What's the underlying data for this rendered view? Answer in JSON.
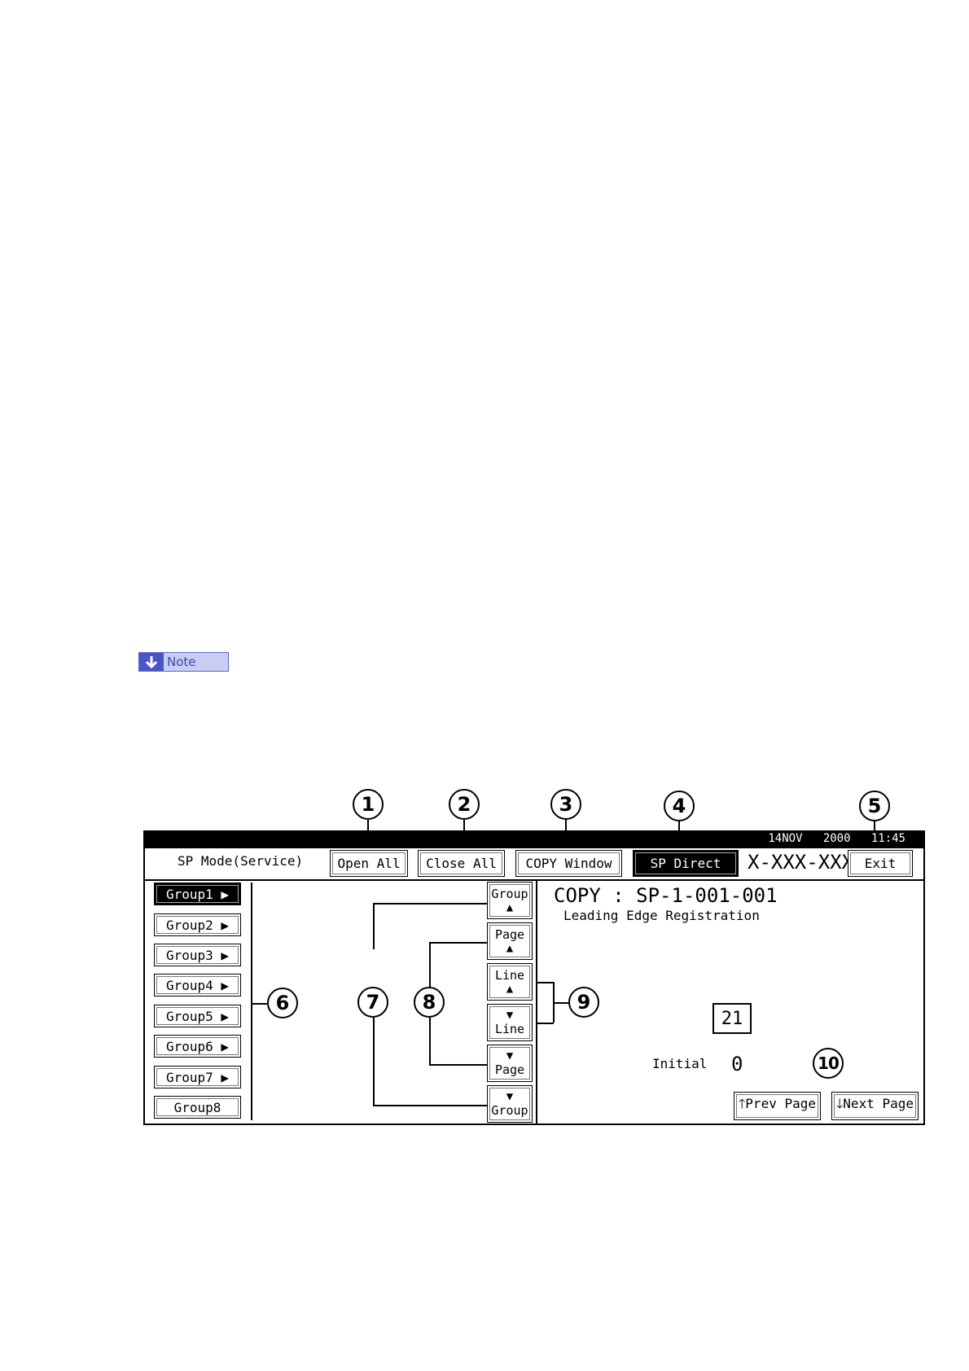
{
  "note": {
    "label": "Note"
  },
  "callouts": [
    "1",
    "2",
    "3",
    "4",
    "5",
    "6",
    "7",
    "8",
    "9",
    "10"
  ],
  "status_bar": {
    "date": "14NOV",
    "year": "2000",
    "time": "11:45"
  },
  "header": {
    "mode_title": "SP Mode(Service)",
    "open_all": "Open All",
    "close_all": "Close All",
    "copy_window": "COPY Window",
    "sp_direct": "SP Direct",
    "sp_number": "X-XXX-XXX",
    "exit": "Exit"
  },
  "groups": [
    "Group1 ▶",
    "Group2 ▶",
    "Group3 ▶",
    "Group4 ▶",
    "Group5 ▶",
    "Group6 ▶",
    "Group7 ▶",
    "Group8"
  ],
  "nav": {
    "group_up": "Group",
    "page_up": "Page",
    "line_up": "Line",
    "line_down": "Line",
    "page_down": "Page",
    "group_down": "Group",
    "up_arrow": "▲",
    "down_arrow": "▼"
  },
  "content": {
    "sp_title": "COPY : SP-1-001-001",
    "sp_desc": "Leading Edge Registration",
    "value": "21",
    "initial_label": "Initial",
    "initial_value": "0",
    "prev_page": "🡑Prev Page",
    "next_page": "🡓Next Page"
  }
}
